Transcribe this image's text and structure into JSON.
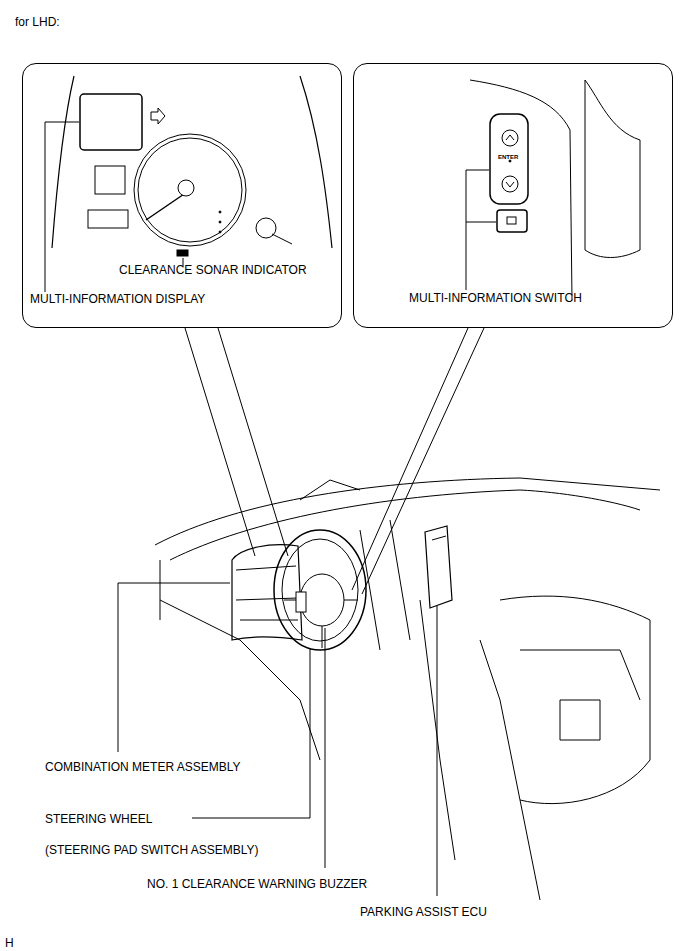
{
  "diagram": {
    "title": "for LHD:",
    "nodes": [
      {
        "text": [
          "CLEARANCE SONAR INDICATOR",
          "MULTI-INFORMATION DISPLAY"
        ]
      },
      {
        "text": [
          "ENTER",
          "MULTI-INFORMATION SWITCH"
        ]
      }
    ],
    "labels": [
      "COMBINATION METER ASSEMBLY",
      "STEERING WHEEL",
      "(STEERING PAD SWITCH ASSEMBLY)",
      "NO. 1 CLEARANCE WARNING BUZZER",
      "PARKING ASSIST ECU",
      "H"
    ]
  }
}
